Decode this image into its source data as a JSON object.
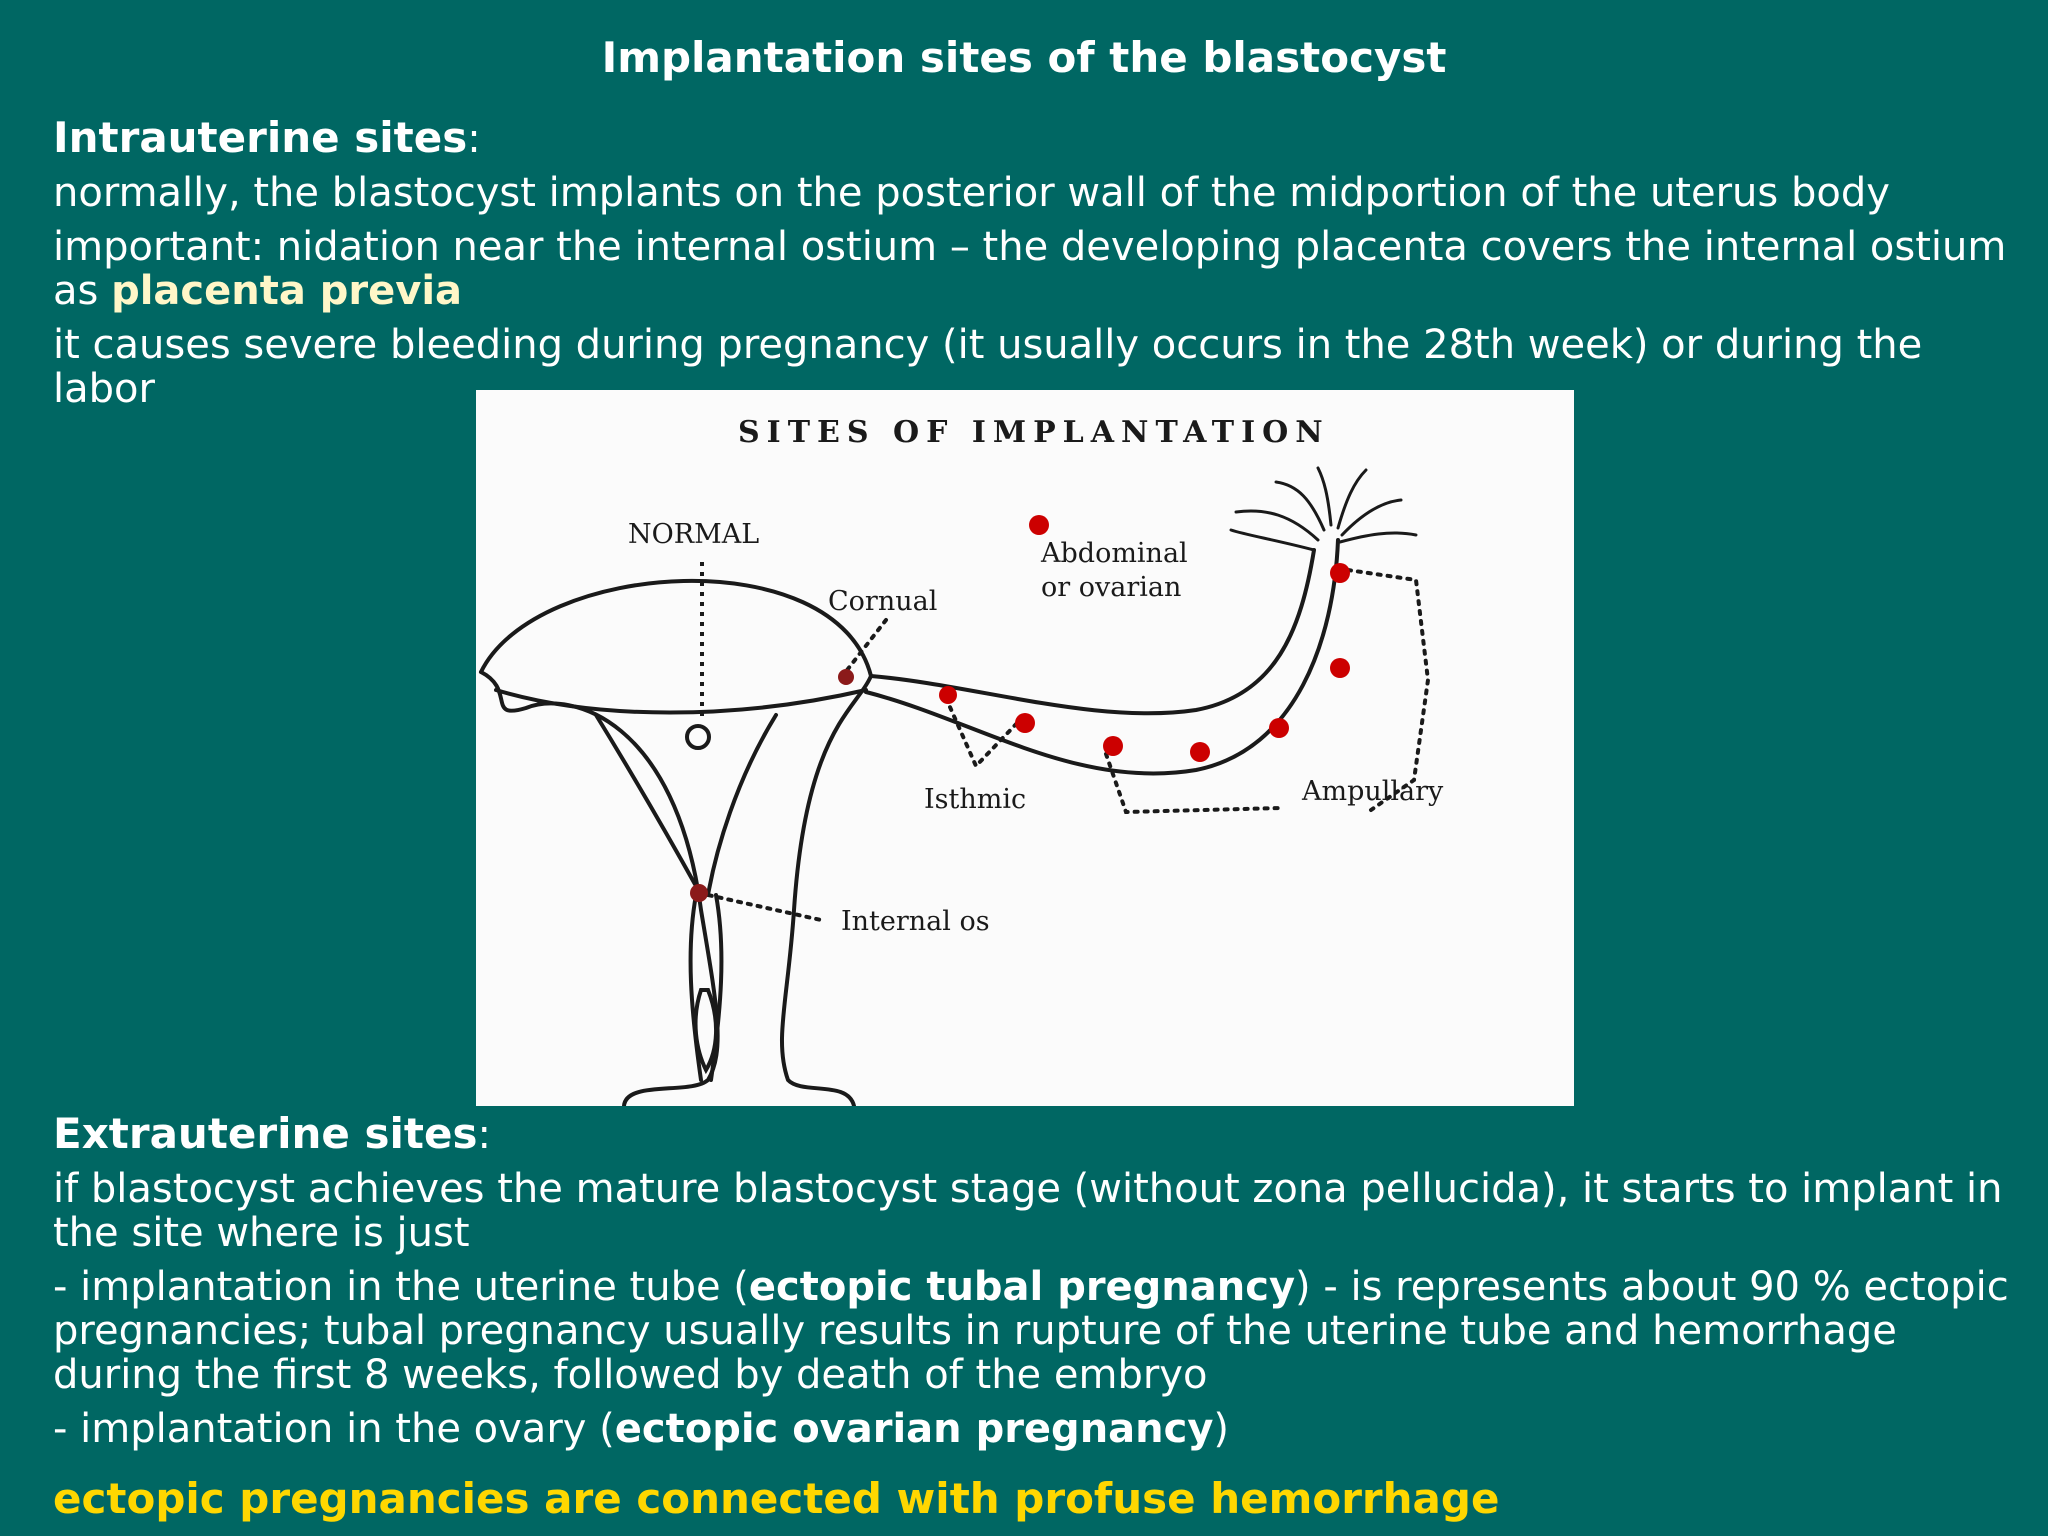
{
  "slide": {
    "title": "Implantation sites of the blastocyst",
    "intrauterine": {
      "heading": "Intrauterine sites",
      "heading_suffix": ":",
      "line1": "normally, the blastocyst implants on the posterior wall of the midportion of the uterus body",
      "line2_a": "important: nidation near the internal ostium – the developing placenta covers the internal ostium as ",
      "line2_b": "placenta previa",
      "line3": "it causes severe bleeding during pregnancy (it usually occurs in the 28th week) or during the labor"
    },
    "extrauterine": {
      "heading": "Extrauterine sites",
      "heading_suffix": ":",
      "line1": "if blastocyst achieves the mature blastocyst stage (without zona pellucida), it starts to implant in the site where is just",
      "line2_a": "- implantation in the uterine tube (",
      "line2_b": "ectopic tubal pregnancy",
      "line2_c": ") - is represents about 90 % ectopic pregnancies; tubal pregnancy usually results in rupture of the uterine tube and hemorrhage during the first 8 weeks, followed by death of the embryo",
      "line3_a": "- implantation in the ovary (",
      "line3_b": "ectopic ovarian pregnancy",
      "line3_c": ")",
      "warning": "ectopic pregnancies are connected with profuse hemorrhage"
    }
  },
  "diagram": {
    "title": "SITES OF IMPLANTATION",
    "labels": {
      "normal": "NORMAL",
      "cornual": "Cornual",
      "abdominal_1": "Abdominal",
      "abdominal_2": "or ovarian",
      "isthmic": "Isthmic",
      "ampullary": "Ampullary",
      "internal_os": "Internal os"
    },
    "colors": {
      "implant_dot": "#cc0000",
      "ink": "#1a1a1a",
      "paper": "#fbfbfb"
    }
  }
}
